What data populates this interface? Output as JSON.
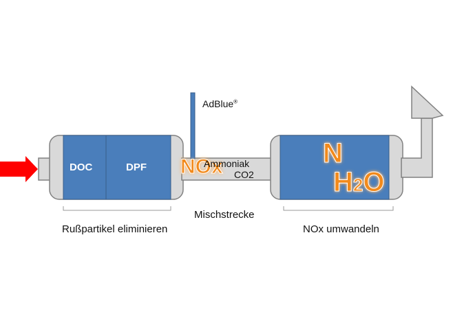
{
  "colors": {
    "housing_fill": "#d9d9d9",
    "housing_stroke": "#808080",
    "block_fill": "#4a7ebb",
    "block_stroke": "#385d8a",
    "input_arrow": "#ff0000",
    "glow_text": "#f28a1c"
  },
  "labels": {
    "doc": "DOC",
    "dpf": "DPF",
    "adblue": "AdBlue",
    "adblue_mark": "®",
    "nox_glow": "NOx",
    "ammoniak": "Ammoniak",
    "co2": "CO2",
    "scr_n": "N",
    "scr_h2o_h": "H",
    "scr_h2o_2": "2",
    "scr_h2o_o": "O",
    "mischstrecke": "Mischstrecke",
    "russpartikel": "Rußpartikel eliminieren",
    "nox_umwandeln": "NOx umwandeln"
  },
  "icons": [
    "input-arrow-icon",
    "exhaust-outlet-arrow-icon"
  ]
}
